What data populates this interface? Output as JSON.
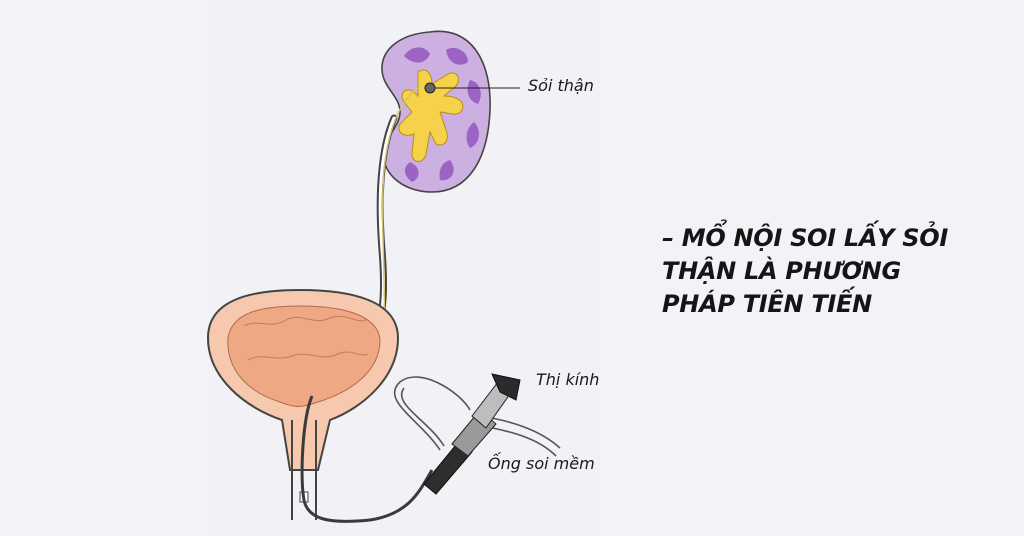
{
  "labels": {
    "kidney_stone": "Sỏi thận",
    "eyepiece": "Thị kính",
    "flexible_scope": "Ống  soi mềm"
  },
  "headline": {
    "lines": [
      "– MỔ NỘI SOI LẤY SỎI",
      "THẬN LÀ PHƯƠNG",
      "PHÁP TIÊN TIẾN"
    ]
  },
  "colors": {
    "background": "#f3f2f7",
    "kidney": "#c9aae0",
    "renal_pelvis": "#f5d24a",
    "bladder": "#f3b89a",
    "scope": "#3a3a3a"
  }
}
